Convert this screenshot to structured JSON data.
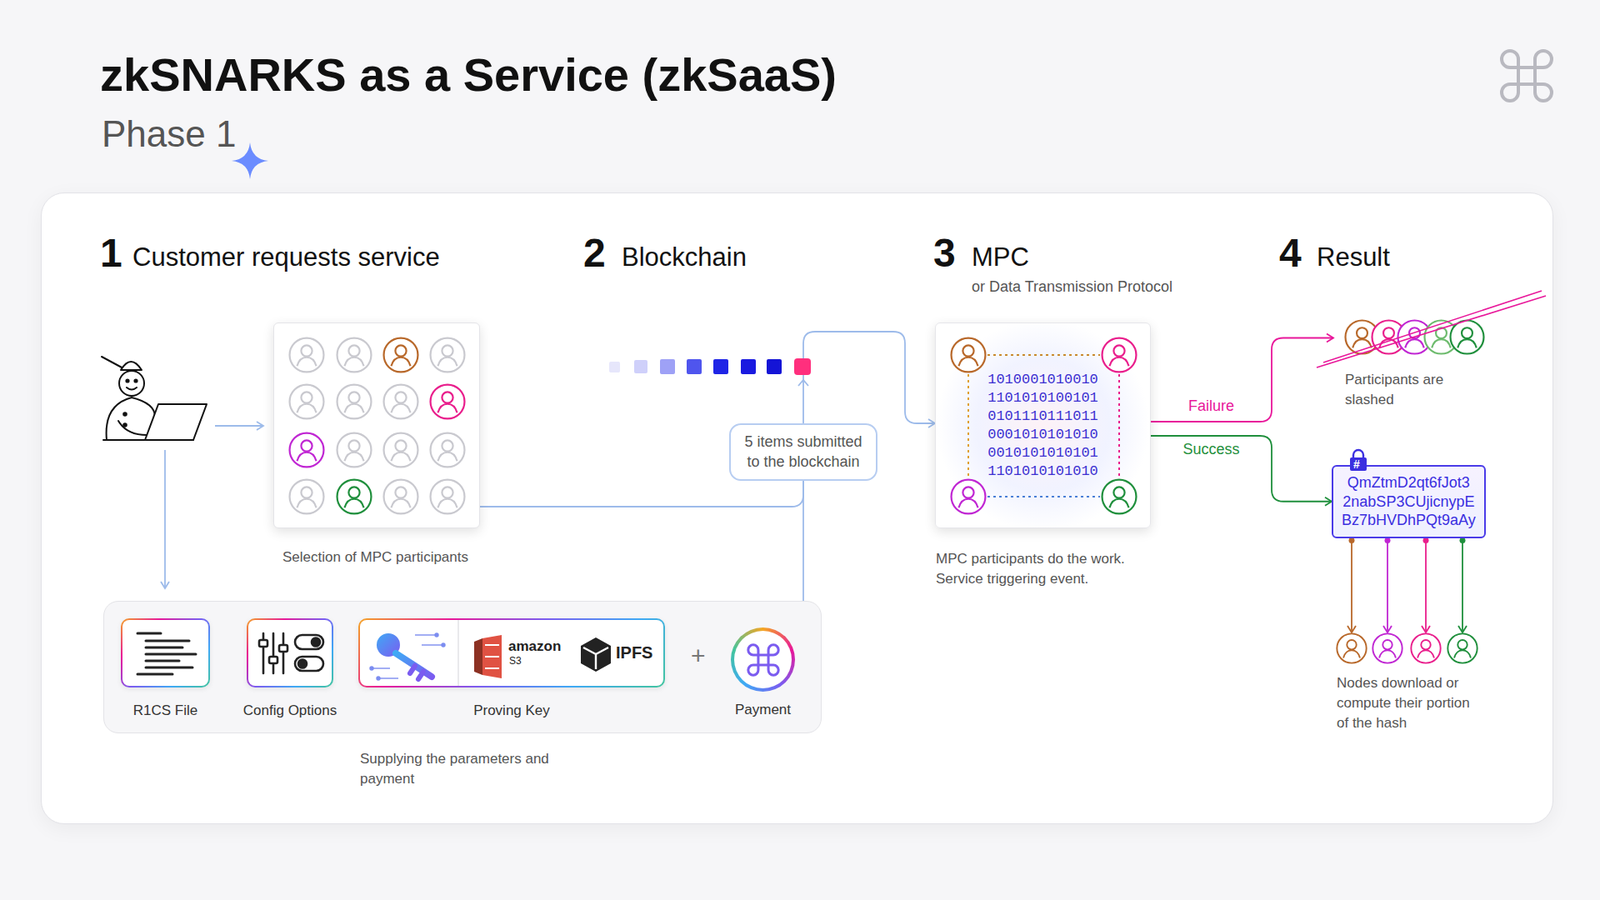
{
  "diagram": {
    "title": "zkSNARKS as a Service (zkSaaS)",
    "nodes": [
      {
        "text": [
          "Selection of MPC participants"
        ]
      },
      {
        "text": [
          "Supplying the parameters and payment"
        ]
      },
      {
        "text": [
          "R1CS File"
        ],
        "in": 1
      },
      {
        "text": [
          "Config Options"
        ],
        "in": 1
      },
      {
        "text": [
          "amazon",
          "S3",
          "IPFS",
          "Proving Key"
        ],
        "in": 1
      },
      {
        "text": [
          "Payment"
        ],
        "in": 1
      },
      {
        "text": [
          "5 items submitted to the blockchain"
        ]
      },
      {
        "text": [
          "1010001010010 1101010100101 0101110111011 0001010101010 0010101010101 1101010101010",
          "MPC participants do the work. Service triggering event."
        ]
      },
      {
        "text": [
          "Participants are slashed"
        ]
      },
      {
        "text": [
          "QmZtmD2qt6fJot3 2nabSP3CUjicnypE Bz7bHVDhPQt9aAy"
        ]
      },
      {
        "text": [
          "Nodes download or compute their portion of the hash"
        ]
      }
    ],
    "edges": [
      {
        "from": 0,
        "to": 6,
        "arrow": "none"
      },
      {
        "from": 1,
        "to": 6,
        "arrow": "none"
      },
      {
        "from": 6,
        "to": 7,
        "arrow": "to"
      },
      {
        "from": 7,
        "to": 8,
        "label": "Failure",
        "arrow": "to"
      },
      {
        "from": 7,
        "to": 9,
        "label": "Success",
        "arrow": "to"
      },
      {
        "from": 9,
        "to": 10,
        "arrow": "to"
      }
    ],
    "labels": [
      "Phase 1",
      "1",
      "Customer requests service",
      "2",
      "Blockchain",
      "3",
      "MPC",
      "or Data Transmission Protocol",
      "4",
      "Result",
      "+",
      "#"
    ]
  }
}
